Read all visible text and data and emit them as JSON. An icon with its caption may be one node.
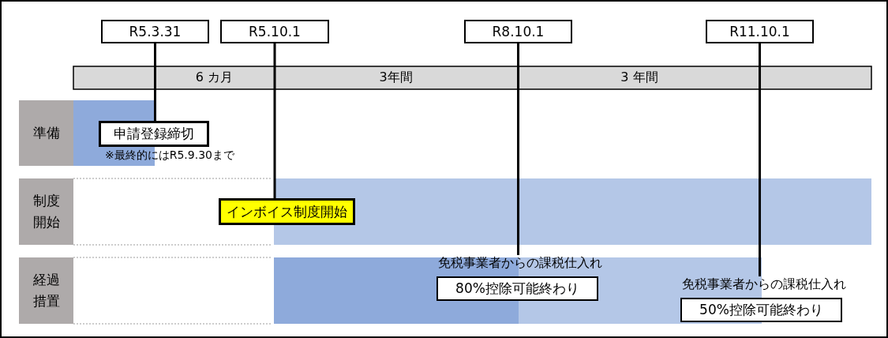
{
  "diagram": {
    "nodes": [
      {
        "text": [
          "R5.3.31"
        ]
      },
      {
        "text": [
          "R5.10.1"
        ]
      },
      {
        "text": [
          "R8.10.1"
        ]
      },
      {
        "text": [
          "R11.10.1"
        ]
      },
      {
        "text": [
          "6 カ月"
        ]
      },
      {
        "text": [
          "3年間"
        ]
      },
      {
        "text": [
          "3 年間"
        ]
      },
      {
        "text": [
          "準備"
        ]
      },
      {
        "text": [
          "制度開始"
        ]
      },
      {
        "text": [
          "経過措置"
        ]
      },
      {
        "text": [
          "申請登録締切"
        ],
        "beside": [
          "※最終的にはR5.9.30まで"
        ]
      },
      {
        "text": [
          "インボイス制度開始"
        ]
      },
      {
        "text": [
          "免税事業者からの課税仕入れ",
          "80%控除可能終わり"
        ]
      },
      {
        "text": [
          "免税事業者からの課税仕入れ",
          "50%控除可能終わり"
        ]
      }
    ],
    "edges": [
      {
        "from": 0,
        "to": 10,
        "arrow": "none"
      },
      {
        "from": 1,
        "to": 11,
        "arrow": "none"
      },
      {
        "from": 2,
        "to": 12,
        "arrow": "none"
      },
      {
        "from": 3,
        "to": 13,
        "arrow": "none"
      }
    ]
  }
}
